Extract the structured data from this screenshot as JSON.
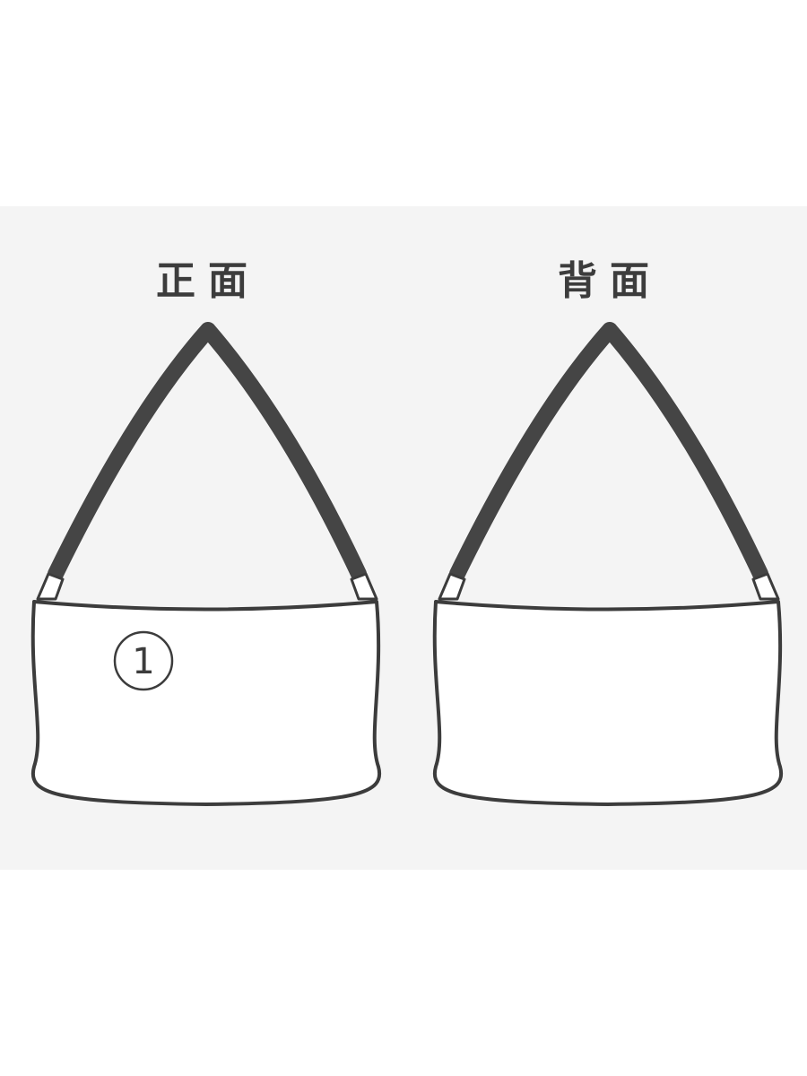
{
  "views": {
    "front_label": "正面",
    "back_label": "背面"
  },
  "front_bag": {
    "marker": "1"
  },
  "colors": {
    "outline": "#3c3c3c",
    "strap": "#454545",
    "panel_background": "#f4f4f4"
  }
}
